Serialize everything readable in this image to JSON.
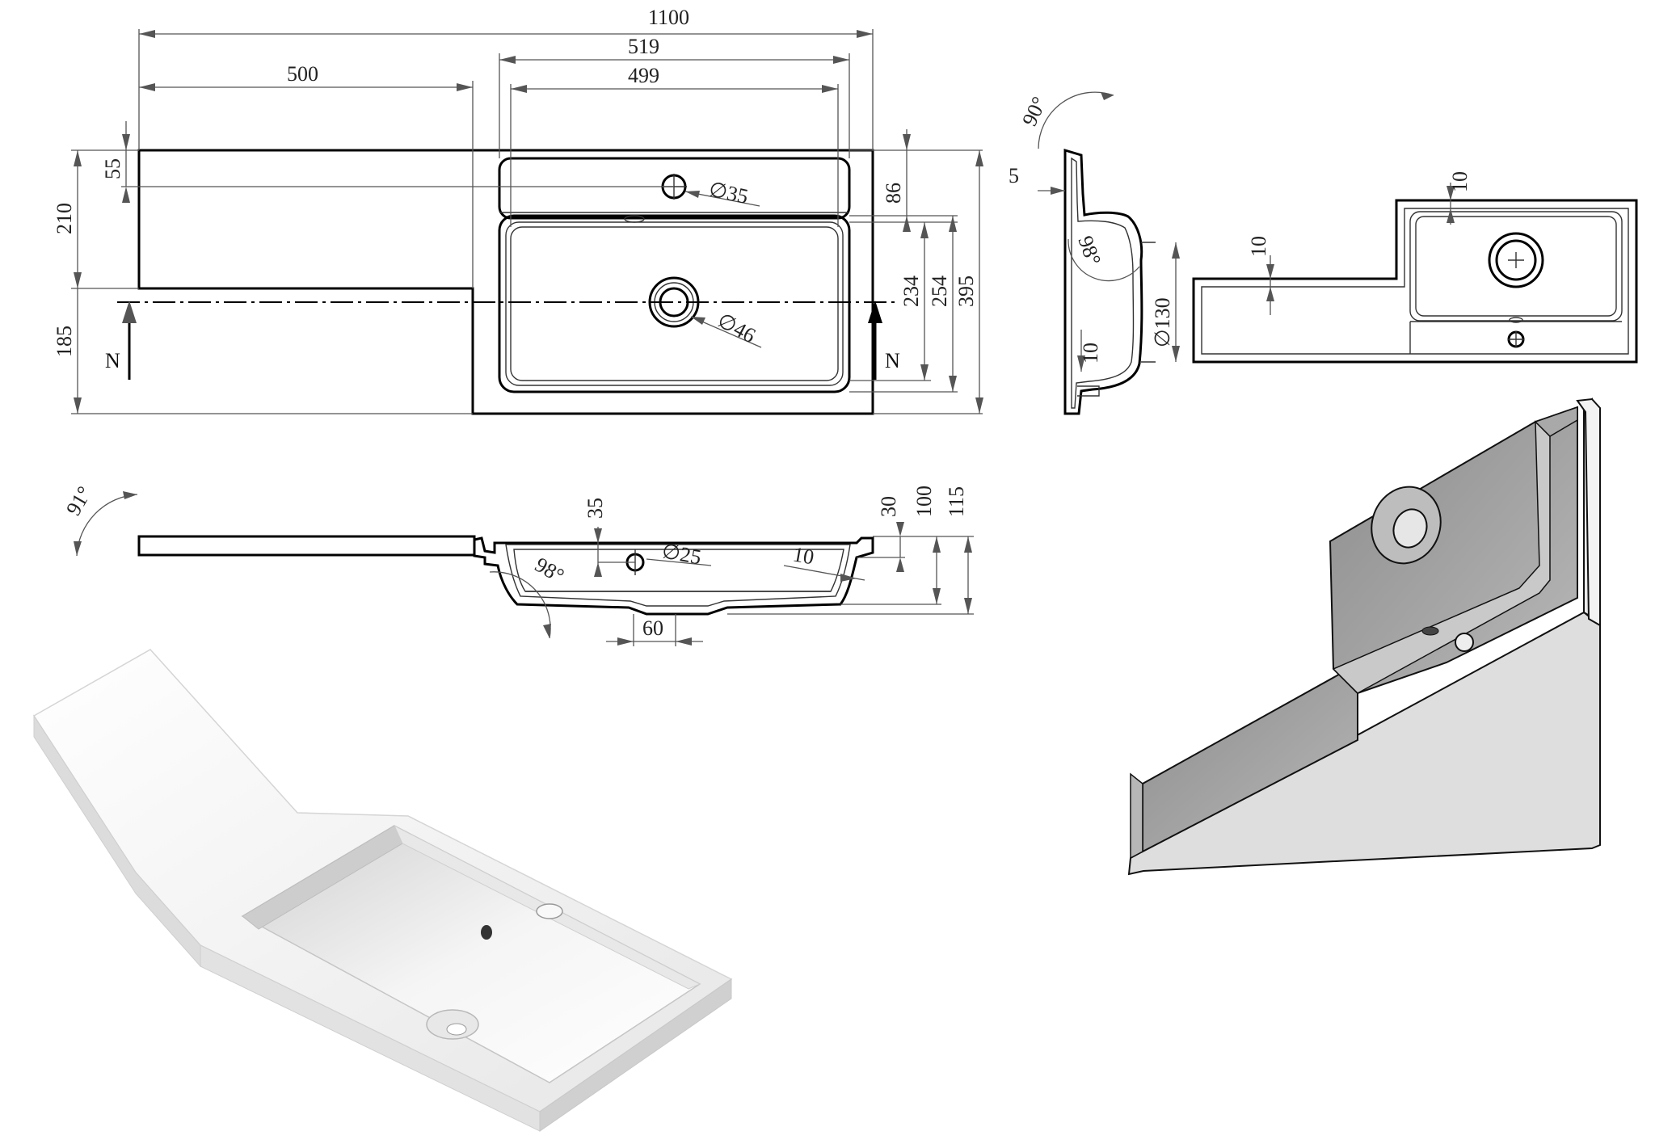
{
  "drawing": {
    "top_view": {
      "width_labels": {
        "overall": "1100",
        "left_deck": "500",
        "basin_outer": "519",
        "basin_inner": "499"
      },
      "height_labels": {
        "back_rim": "55",
        "deck_depth": "210",
        "front_part": "185",
        "tap_offset": "86",
        "bowl_inner": "234",
        "bowl_outer": "254",
        "overall_depth": "395"
      },
      "holes": {
        "tap": "∅35",
        "waste": "∅46"
      },
      "section_marker": "N"
    },
    "side_view": {
      "angle_top": "90°",
      "rim": "5",
      "angle_bowl": "98°",
      "outlet": "∅130",
      "lip": "10"
    },
    "front_view": {
      "angle": "91°",
      "hole": "∅25",
      "depth_35": "35",
      "depth_30": "30",
      "depth_100": "100",
      "depth_115": "115",
      "angle_bowl": "98°",
      "wall": "10",
      "drain_width": "60"
    },
    "plan_view": {
      "rim_top": "10",
      "rim_left": "10"
    }
  },
  "colors": {
    "line": "#000000",
    "dimension": "#555555",
    "shaded": "#9a9a9a",
    "render": "#f2f2f2"
  }
}
